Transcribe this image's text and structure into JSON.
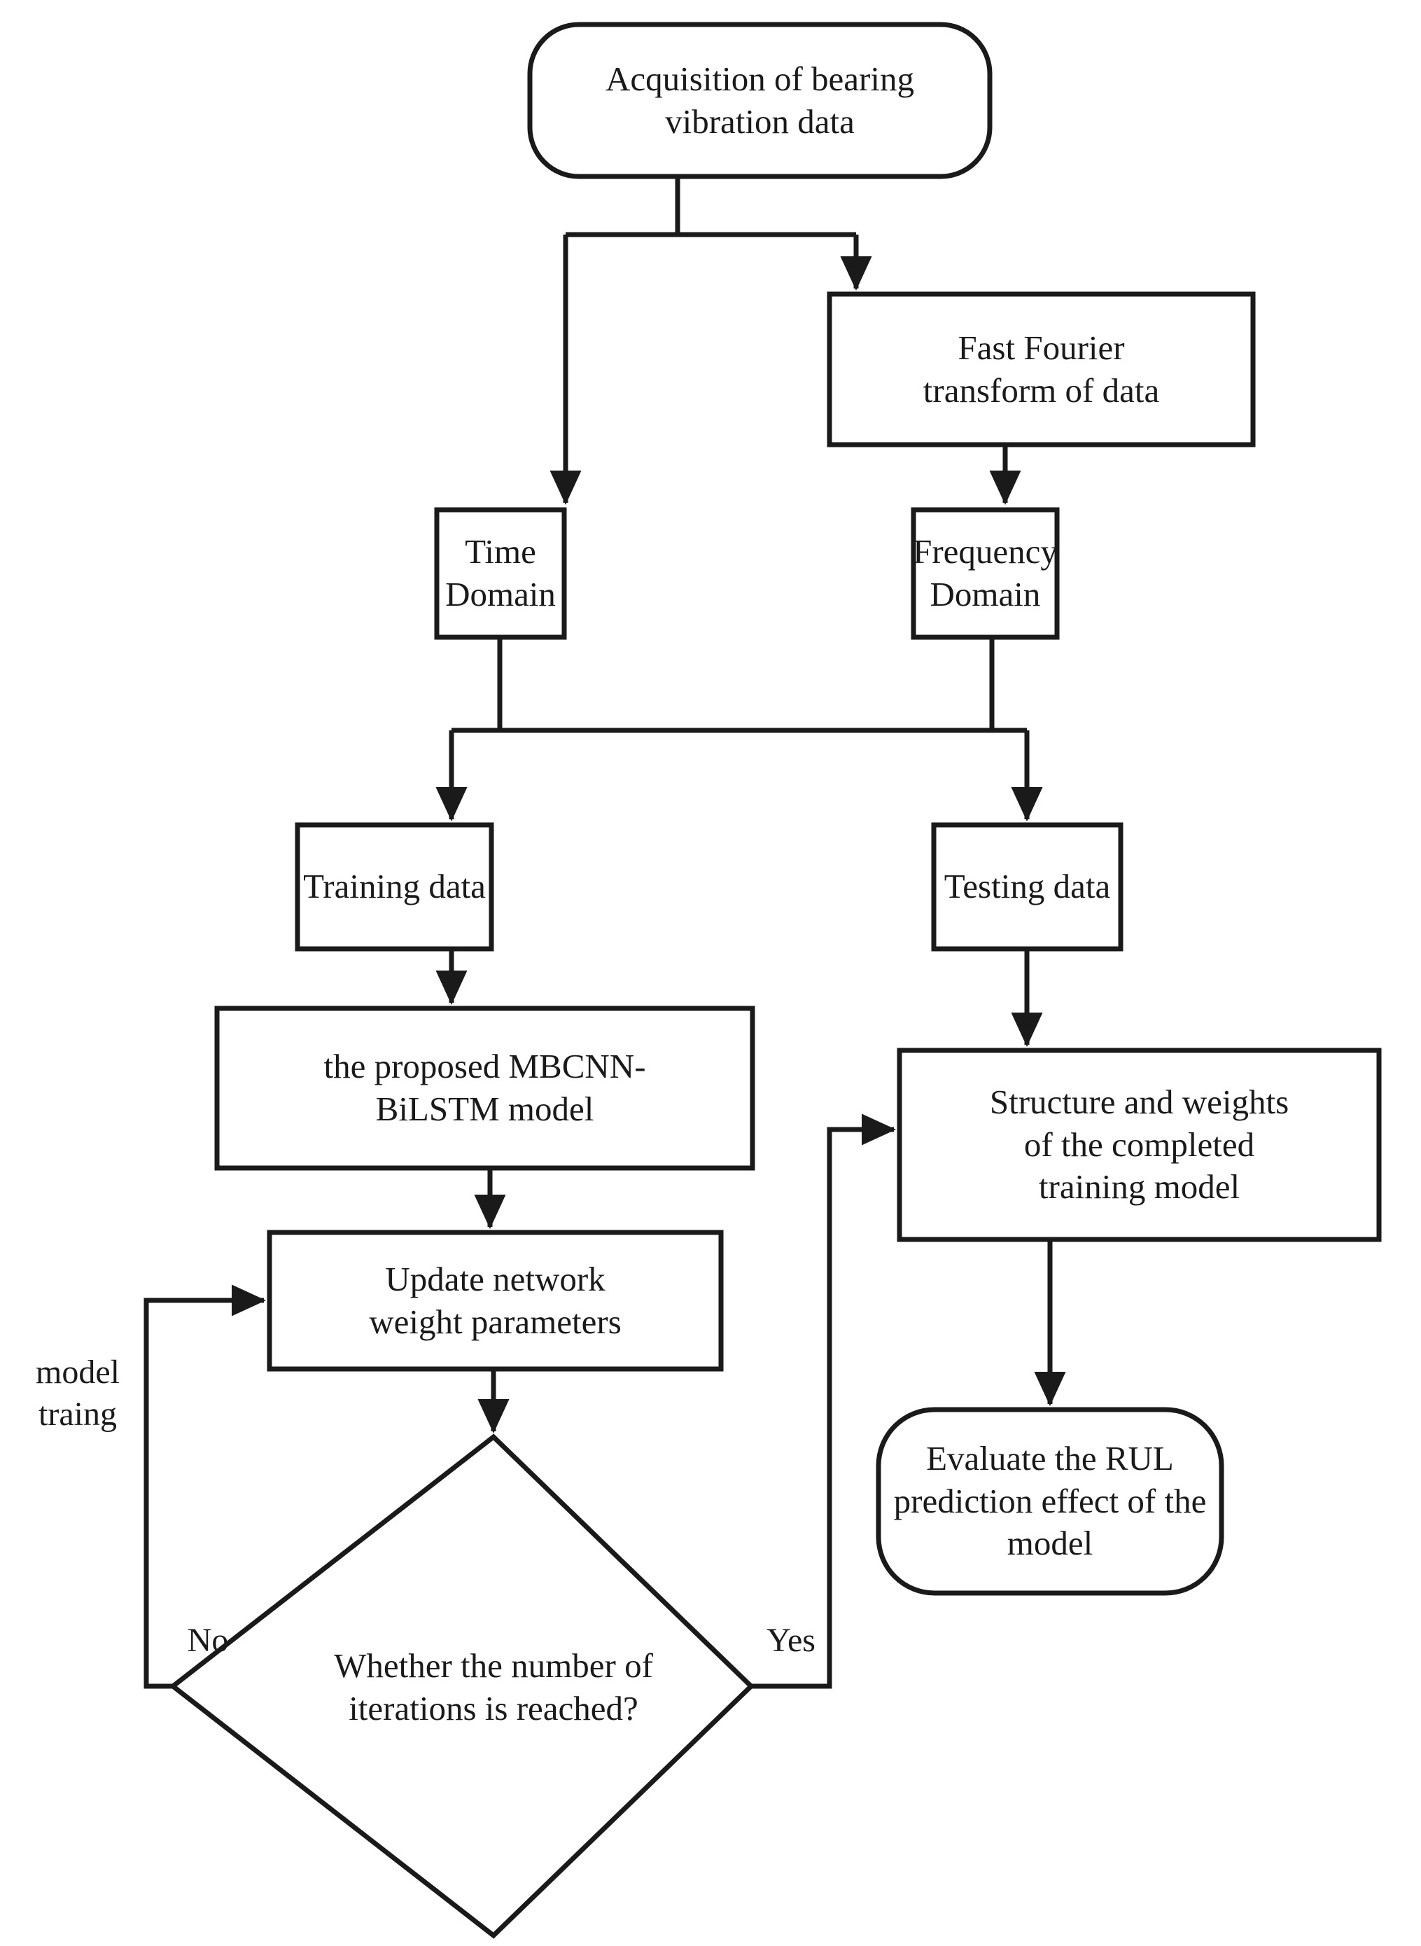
{
  "diagram": {
    "title": "MBCNN-BiLSTM bearing RUL prediction flowchart",
    "colors": {
      "stroke": "#1a1a1a",
      "fill": "#ffffff",
      "text": "#1a1a1a"
    },
    "nodes": {
      "acquisition": {
        "shape": "stadium",
        "label": "Acquisition of bearing\nvibration data"
      },
      "fft": {
        "shape": "rectangle",
        "label": "Fast Fourier\ntransform of data"
      },
      "time_domain": {
        "shape": "rectangle",
        "label": "Time\nDomain"
      },
      "frequency_domain": {
        "shape": "rectangle",
        "label": "Frequency\nDomain"
      },
      "training_data": {
        "shape": "rectangle",
        "label": "Training data"
      },
      "testing_data": {
        "shape": "rectangle",
        "label": "Testing data"
      },
      "proposed_model": {
        "shape": "rectangle",
        "label": "the proposed MBCNN-\nBiLSTM model"
      },
      "update_weights": {
        "shape": "rectangle",
        "label": "Update network\nweight parameters"
      },
      "structure_weights": {
        "shape": "rectangle",
        "label": "Structure and weights\nof the completed\ntraining model"
      },
      "decision": {
        "shape": "diamond",
        "label": "Whether the number of\niterations is reached?"
      },
      "evaluate": {
        "shape": "stadium",
        "label": "Evaluate the RUL\nprediction effect of the\nmodel"
      }
    },
    "edge_labels": {
      "no": "No",
      "yes": "Yes",
      "model_training": "model\ntraing"
    }
  }
}
